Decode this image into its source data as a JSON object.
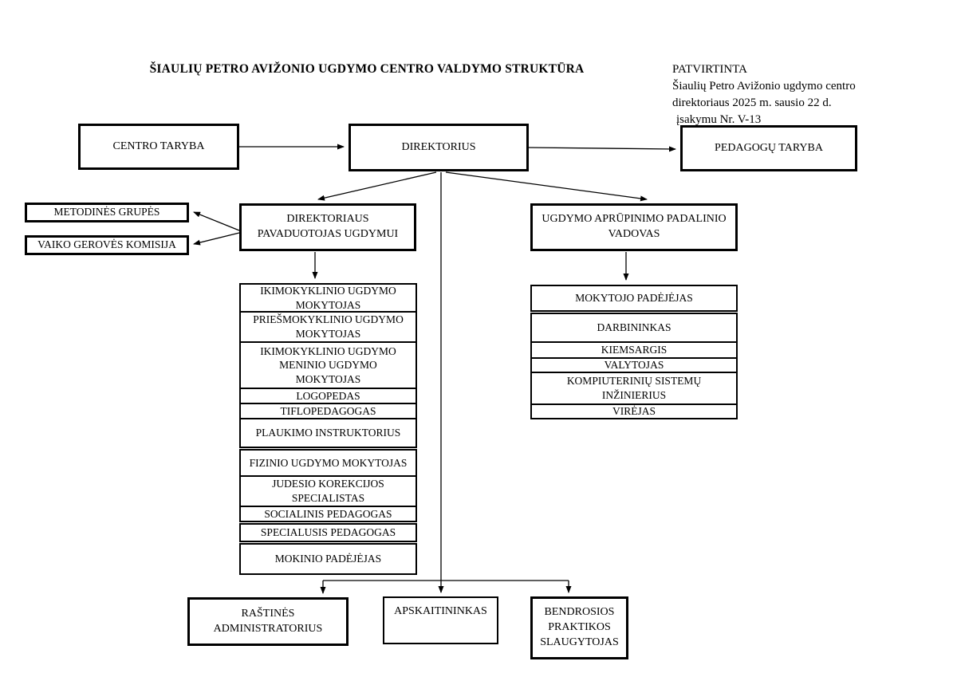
{
  "title": "ŠIAULIŲ PETRO AVIŽONIO UGDYMO CENTRO VALDYMO STRUKTŪRA",
  "approval": {
    "lines": [
      "PATVIRTINTA",
      "Šiaulių Petro Avižonio ugdymo centro",
      "direktoriaus 2025 m. sausio 22 d.",
      "įsakymu Nr. V-13"
    ]
  },
  "boxes": {
    "centro_taryba": "CENTRO TARYBA",
    "direktorius": "DIREKTORIUS",
    "pedagogu_taryba": "PEDAGOGŲ TARYBA",
    "metodines_grupes": "METODINĖS GRUPĖS",
    "vaiko_geroves_komisija": "VAIKO GEROVĖS KOMISIJA",
    "direktoriaus_pavaduotojas": "DIREKTORIAUS\nPAVADUOTOJAS UGDYMUI",
    "ugdymo_apr_vadovas": "UGDYMO APRŪPINIMO PADALINIO\nVADOVAS",
    "rastines_administratorius": "RAŠTINĖS\nADMINISTRATORIUS",
    "apskaitininkas": "APSKAITININKAS",
    "bendrosios_praktikos_slaugytojas": "BENDROSIOS\nPRAKTIKOS\nSLAUGYTOJAS"
  },
  "left_list": {
    "rows": [
      {
        "label": "IKIMOKYKLINIO UGDYMO\nMOKYTOJAS"
      },
      {
        "label": "PRIEŠMOKYKLINIO UGDYMO\nMOKYTOJAS"
      },
      {
        "label": "IKIMOKYKLINIO UGDYMO\nMENINIO UGDYMO\nMOKYTOJAS"
      },
      {
        "label": "LOGOPEDAS"
      },
      {
        "label": "TIFLOPEDAGOGAS"
      },
      {
        "label": "PLAUKIMO INSTRUKTORIUS"
      },
      {
        "label": "FIZINIO UGDYMO MOKYTOJAS"
      },
      {
        "label": "JUDESIO KOREKCIJOS\nSPECIALISTAS"
      },
      {
        "label": "SOCIALINIS PEDAGOGAS"
      },
      {
        "label": "SPECIALUSIS PEDAGOGAS"
      },
      {
        "label": "MOKINIO PADĖJĖJAS"
      }
    ]
  },
  "right_list": {
    "rows": [
      {
        "label": "MOKYTOJO PADĖJĖJAS"
      },
      {
        "label": "DARBININKAS"
      },
      {
        "label": "KIEMSARGIS"
      },
      {
        "label": "VALYTOJAS"
      },
      {
        "label": "KOMPIUTERINIŲ SISTEMŲ\nINŽINIERIUS"
      },
      {
        "label": "VIRĖJAS"
      }
    ]
  },
  "colors": {
    "line": "#000000",
    "border": "#000000",
    "background": "#ffffff"
  }
}
